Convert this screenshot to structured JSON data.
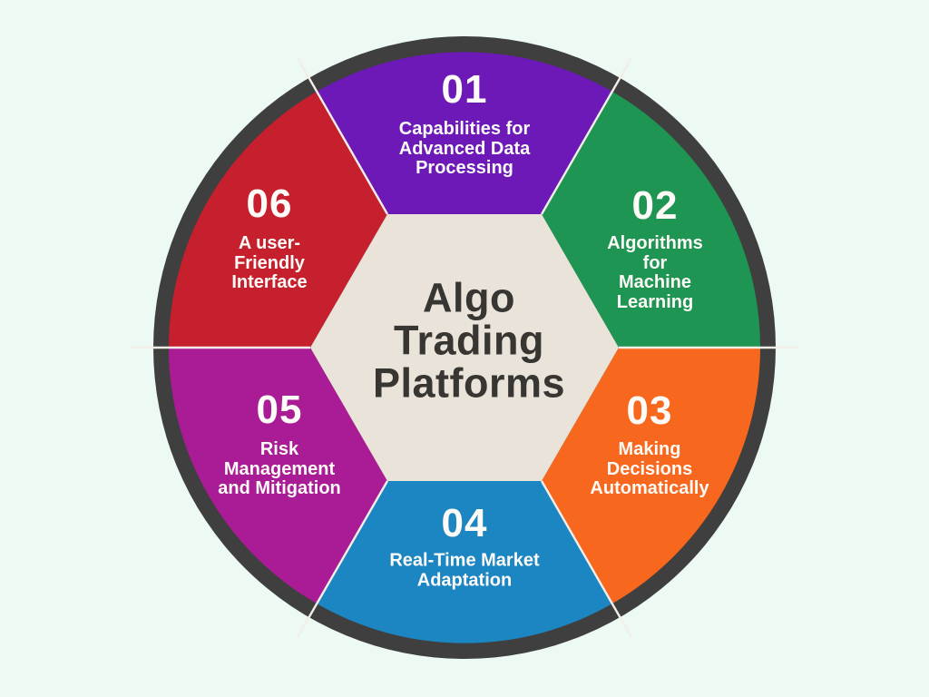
{
  "title": "Algo\nTrading\nPlatforms",
  "colors": {
    "background": "#EDFAF3",
    "ring": "#3E3F3E",
    "hexagon": "#EAE3D9",
    "separator": "#F1EFE8",
    "title_text": "#373633",
    "segment_text": "#FDFBF7"
  },
  "segments": [
    {
      "number": "01",
      "label": "Capabilities for\nAdvanced Data\nProcessing",
      "color": "#6C19B8",
      "position": "top"
    },
    {
      "number": "02",
      "label": "Algorithms\nfor\nMachine\nLearning",
      "color": "#1E9552",
      "position": "top-right"
    },
    {
      "number": "03",
      "label": "Making\nDecisions\nAutomatically",
      "color": "#F8671E",
      "position": "bottom-right"
    },
    {
      "number": "04",
      "label": "Real-Time Market\nAdaptation",
      "color": "#1C86C3",
      "position": "bottom"
    },
    {
      "number": "05",
      "label": "Risk\nManagement\nand Mitigation",
      "color": "#AA1C96",
      "position": "bottom-left"
    },
    {
      "number": "06",
      "label": "A user-\nFriendly\nInterface",
      "color": "#C6202E",
      "position": "top-left"
    }
  ]
}
